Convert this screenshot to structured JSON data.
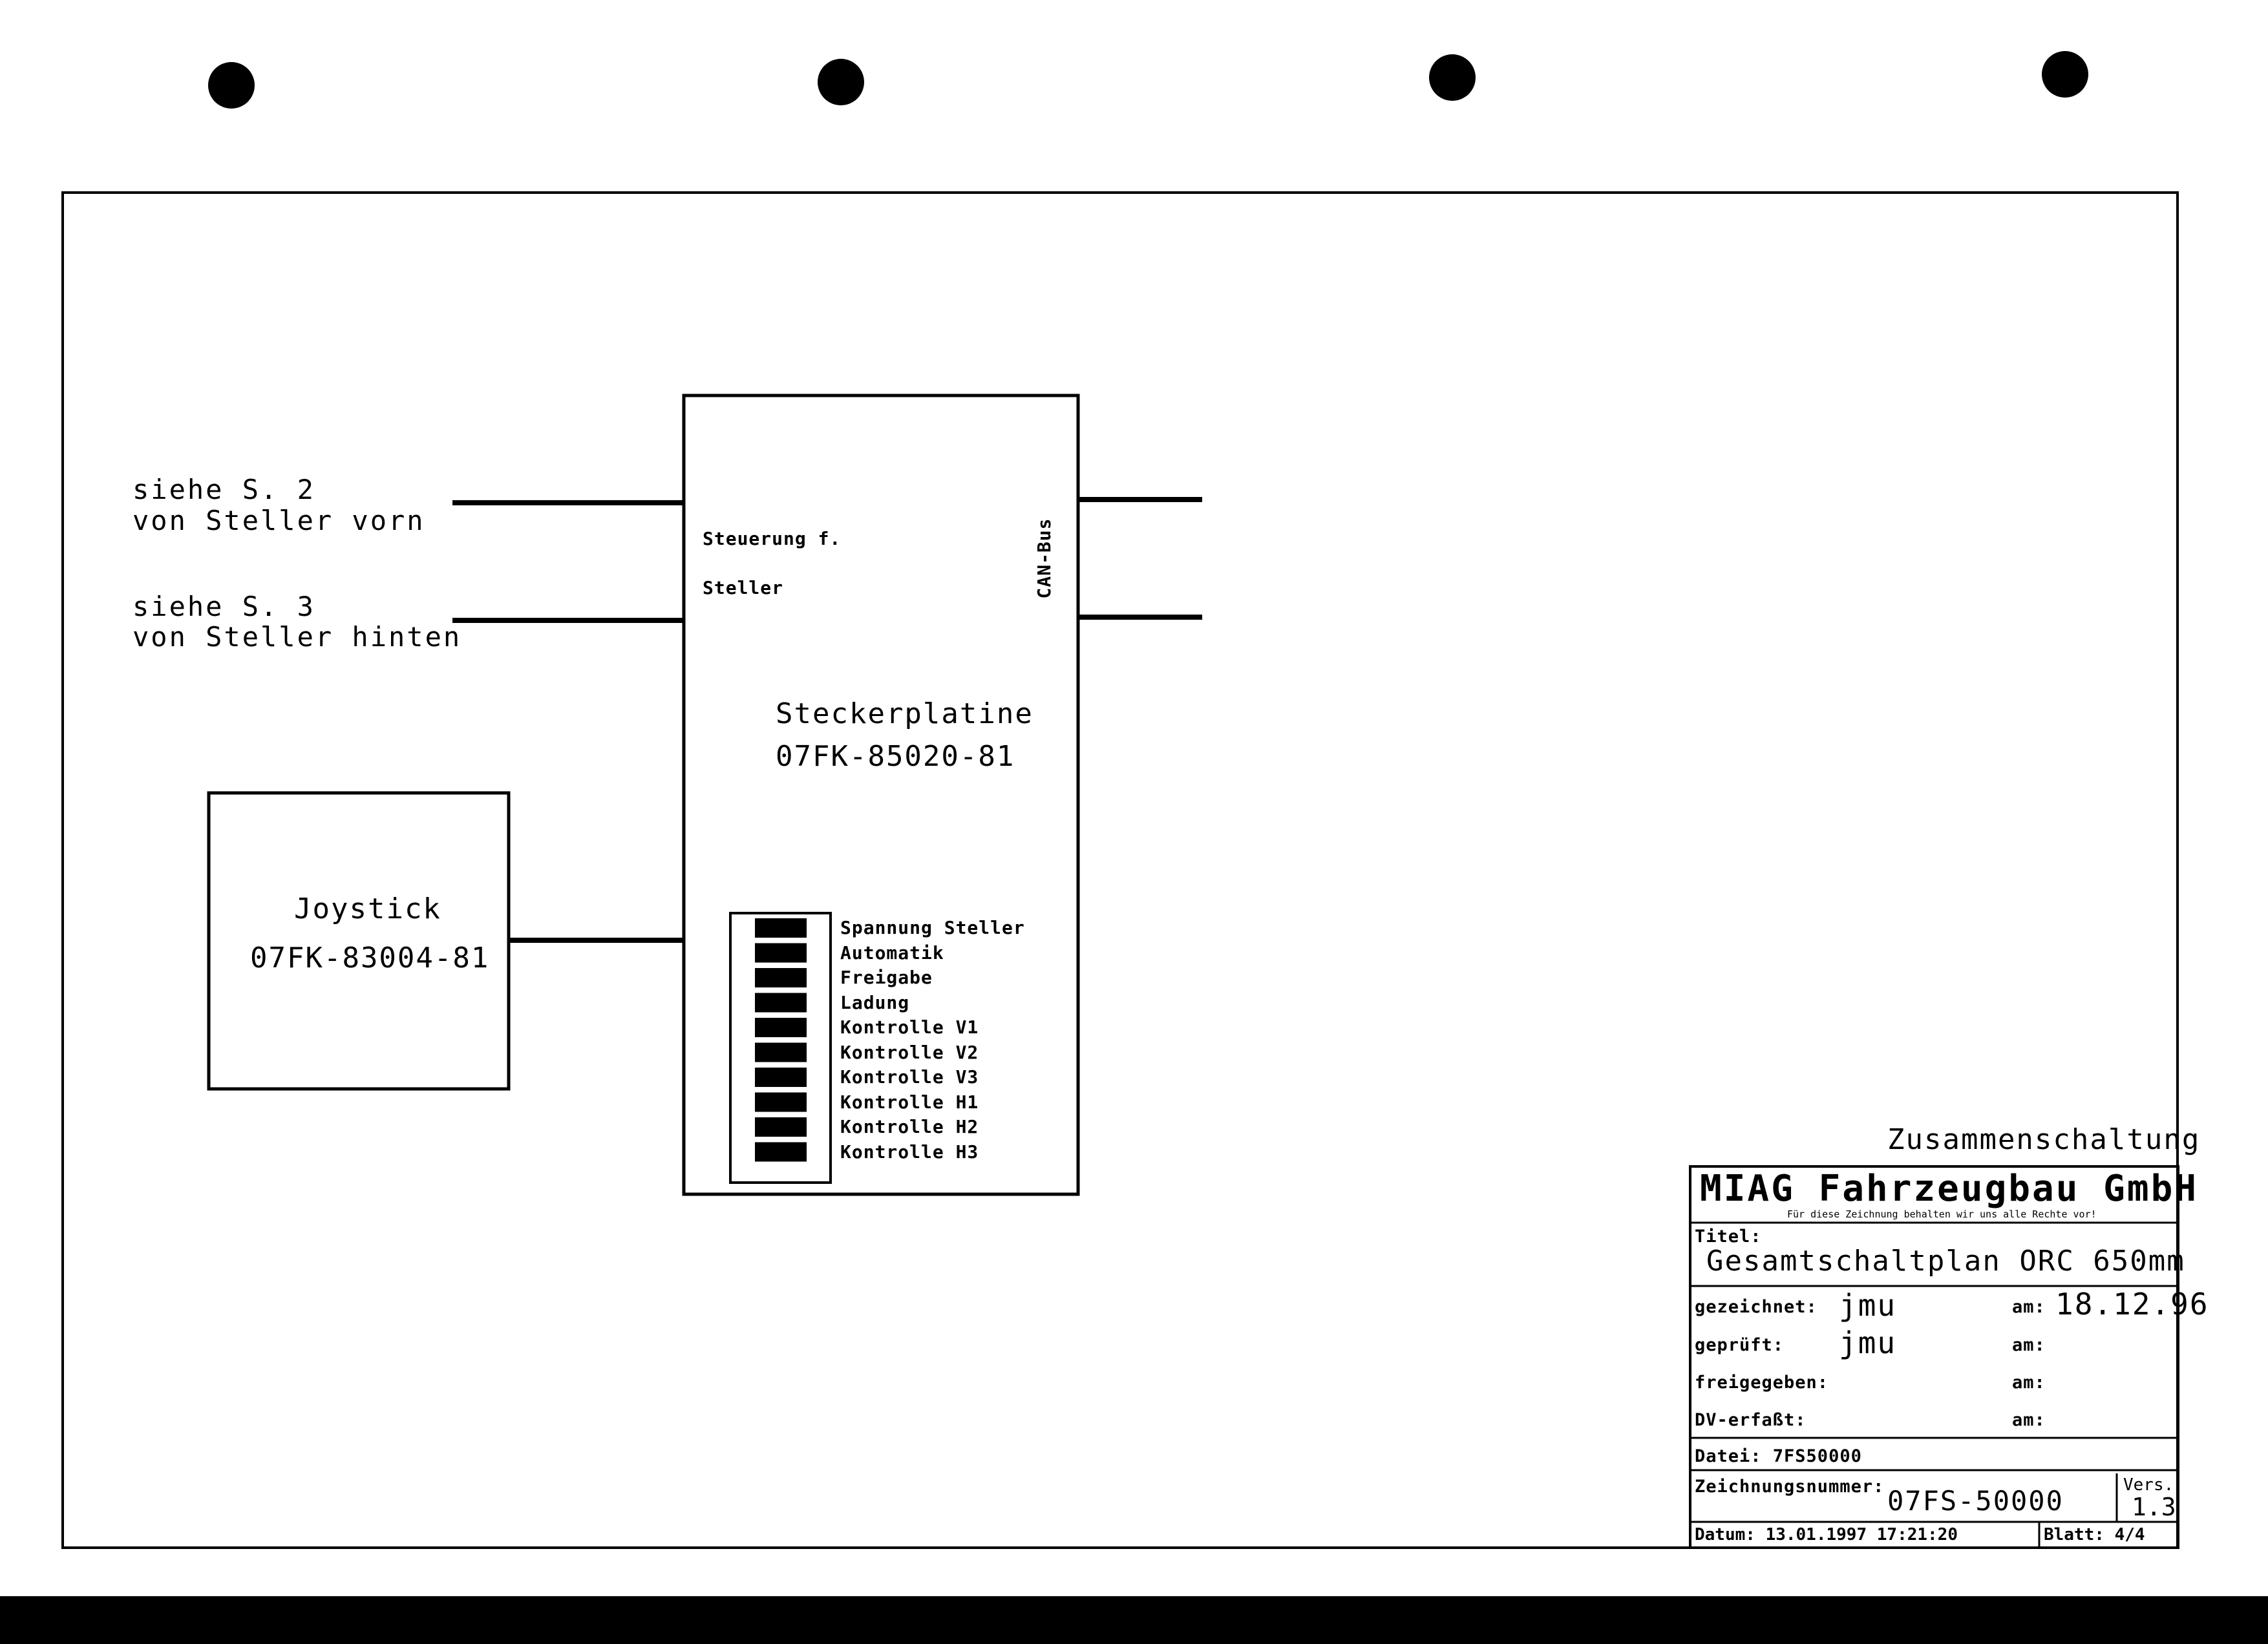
{
  "left_inputs": [
    {
      "line1": "siehe S. 2",
      "line2": "von Steller vorn"
    },
    {
      "line1": "siehe S. 3",
      "line2": "von Steller hinten"
    }
  ],
  "board": {
    "input_label_1": "Steuerung f.",
    "input_label_2": "Steller",
    "bus_label": "CAN-Bus",
    "name": "Steckerplatine",
    "part_number": "07FK-85020-81",
    "indicators": [
      "Spannung Steller",
      "Automatik",
      "Freigabe",
      "Ladung",
      "Kontrolle V1",
      "Kontrolle V2",
      "Kontrolle V3",
      "Kontrolle H1",
      "Kontrolle H2",
      "Kontrolle H3"
    ]
  },
  "joystick": {
    "name": "Joystick",
    "part_number": "07FK-83004-81"
  },
  "title_block": {
    "heading": "Zusammenschaltung",
    "company": "MIAG Fahrzeugbau GmbH",
    "rights_note": "Für diese Zeichnung behalten wir uns alle Rechte vor!",
    "title_label": "Titel:",
    "title": "Gesamtschaltplan ORC 650mm",
    "drawn_label": "gezeichnet:",
    "drawn_by": "jmu",
    "drawn_on_label": "am:",
    "drawn_on": "18.12.96",
    "checked_label": "geprüft:",
    "checked_by": "jmu",
    "checked_on_label": "am:",
    "released_label": "freigegeben:",
    "released_on_label": "am:",
    "dv_label": "DV-erfaßt:",
    "dv_on_label": "am:",
    "file": "Datei: 7FS50000",
    "drawing_no_label": "Zeichnungsnummer:",
    "drawing_no": "07FS-50000",
    "version_label": "Vers.",
    "version": "1.3",
    "date": "Datum: 13.01.1997 17:21:20",
    "sheet": "Blatt: 4/4"
  }
}
